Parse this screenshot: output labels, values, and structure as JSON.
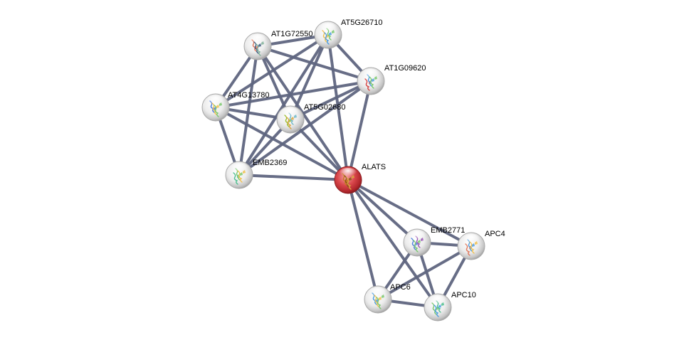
{
  "network": {
    "nodes": [
      {
        "id": "AT1G72550",
        "label": "AT1G72550",
        "color": "#e8e8e8",
        "highlight": false,
        "structure_colors": [
          "#e07a5f",
          "#3d5a80",
          "#81b29a"
        ]
      },
      {
        "id": "AT5G26710",
        "label": "AT5G26710",
        "color": "#e8e8e8",
        "highlight": false,
        "structure_colors": [
          "#f2c14e",
          "#4d9de0",
          "#7bc96f"
        ]
      },
      {
        "id": "AT1G09620",
        "label": "AT1G09620",
        "color": "#e8e8e8",
        "highlight": false,
        "structure_colors": [
          "#d64545",
          "#4d9de0",
          "#7bc96f"
        ]
      },
      {
        "id": "AT4G13780",
        "label": "AT4G13780",
        "color": "#e8e8e8",
        "highlight": false,
        "structure_colors": [
          "#4d7de0",
          "#f2c14e",
          "#7bc96f"
        ]
      },
      {
        "id": "AT5G02680",
        "label": "AT5G02680",
        "color": "#e8e8e8",
        "highlight": false,
        "structure_colors": [
          "#9bbf30",
          "#d9a441",
          "#6fb8c9"
        ]
      },
      {
        "id": "EMB2369",
        "label": "EMB2369",
        "color": "#e8e8e8",
        "highlight": false,
        "structure_colors": [
          "#4fbf8f",
          "#7bc96f",
          "#f2c14e"
        ]
      },
      {
        "id": "ALATS",
        "label": "ALATS",
        "color": "#c9363a",
        "highlight": true,
        "structure_colors": [
          "#c67b1e",
          "#8a5a12",
          "#d9a441"
        ]
      },
      {
        "id": "EMB2771",
        "label": "EMB2771",
        "color": "#e8e8e8",
        "highlight": false,
        "structure_colors": [
          "#4d7de0",
          "#7bc96f",
          "#9b59b6"
        ]
      },
      {
        "id": "APC4",
        "label": "APC4",
        "color": "#e8e8e8",
        "highlight": false,
        "structure_colors": [
          "#e07a5f",
          "#4d9de0",
          "#f2c14e"
        ]
      },
      {
        "id": "APC6",
        "label": "APC6",
        "color": "#e8e8e8",
        "highlight": false,
        "structure_colors": [
          "#4d9de0",
          "#f2c14e",
          "#7bc96f"
        ]
      },
      {
        "id": "APC10",
        "label": "APC10",
        "color": "#e8e8e8",
        "highlight": false,
        "structure_colors": [
          "#7bc96f",
          "#4d9de0",
          "#4fbf8f"
        ]
      }
    ],
    "edges": [
      [
        "AT1G72550",
        "AT5G26710"
      ],
      [
        "AT1G72550",
        "AT1G09620"
      ],
      [
        "AT1G72550",
        "AT4G13780"
      ],
      [
        "AT1G72550",
        "AT5G02680"
      ],
      [
        "AT1G72550",
        "EMB2369"
      ],
      [
        "AT1G72550",
        "ALATS"
      ],
      [
        "AT5G26710",
        "AT1G09620"
      ],
      [
        "AT5G26710",
        "AT4G13780"
      ],
      [
        "AT5G26710",
        "AT5G02680"
      ],
      [
        "AT5G26710",
        "EMB2369"
      ],
      [
        "AT5G26710",
        "ALATS"
      ],
      [
        "AT1G09620",
        "AT4G13780"
      ],
      [
        "AT1G09620",
        "AT5G02680"
      ],
      [
        "AT1G09620",
        "EMB2369"
      ],
      [
        "AT1G09620",
        "ALATS"
      ],
      [
        "AT4G13780",
        "AT5G02680"
      ],
      [
        "AT4G13780",
        "EMB2369"
      ],
      [
        "AT4G13780",
        "ALATS"
      ],
      [
        "AT5G02680",
        "EMB2369"
      ],
      [
        "AT5G02680",
        "ALATS"
      ],
      [
        "EMB2369",
        "ALATS"
      ],
      [
        "ALATS",
        "EMB2771"
      ],
      [
        "ALATS",
        "APC4"
      ],
      [
        "ALATS",
        "APC6"
      ],
      [
        "ALATS",
        "APC10"
      ],
      [
        "EMB2771",
        "APC4"
      ],
      [
        "EMB2771",
        "APC6"
      ],
      [
        "EMB2771",
        "APC10"
      ],
      [
        "APC4",
        "APC6"
      ],
      [
        "APC4",
        "APC10"
      ],
      [
        "APC6",
        "APC10"
      ]
    ]
  }
}
